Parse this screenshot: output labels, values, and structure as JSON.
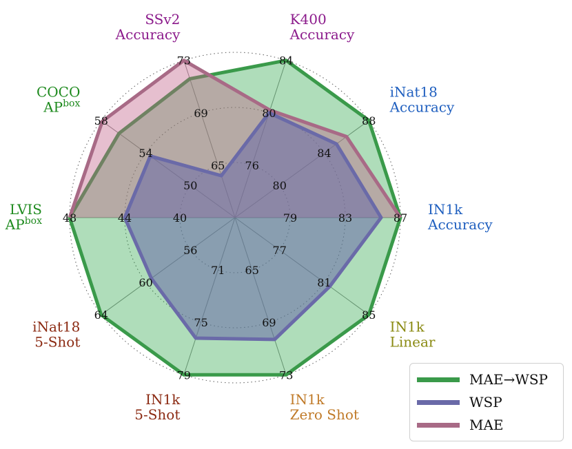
{
  "chart_data": {
    "type": "radar",
    "axes": [
      {
        "id": "in1k-acc",
        "label_lines": [
          "IN1k",
          "Accuracy"
        ],
        "label_color": "#1f5fbf",
        "ticks": [
          79,
          83,
          87
        ],
        "range": [
          75,
          87
        ]
      },
      {
        "id": "inat18-acc",
        "label_lines": [
          "iNat18",
          "Accuracy"
        ],
        "label_color": "#1f5fbf",
        "ticks": [
          80,
          84,
          88
        ],
        "range": [
          76,
          88
        ]
      },
      {
        "id": "k400-acc",
        "label_lines": [
          "K400",
          "Accuracy"
        ],
        "label_color": "#8b1a8b",
        "ticks": [
          76,
          80,
          84
        ],
        "range": [
          72,
          84
        ]
      },
      {
        "id": "ssv2-acc",
        "label_lines": [
          "SSv2",
          "Accuracy"
        ],
        "label_color": "#8b1a8b",
        "ticks": [
          65,
          69,
          73
        ],
        "range": [
          61,
          73
        ]
      },
      {
        "id": "coco-ap",
        "label_lines": [
          "COCO",
          "AP"
        ],
        "label_sup": [
          "",
          "box"
        ],
        "label_color": "#1e8a1e",
        "ticks": [
          50,
          54,
          58
        ],
        "range": [
          46,
          58
        ]
      },
      {
        "id": "lvis-ap",
        "label_lines": [
          "LVIS",
          "AP"
        ],
        "label_sup": [
          "",
          "box"
        ],
        "label_color": "#1e8a1e",
        "ticks": [
          40,
          44,
          48
        ],
        "range": [
          36,
          48
        ]
      },
      {
        "id": "inat18-5shot",
        "label_lines": [
          "iNat18",
          "5-Shot"
        ],
        "label_color": "#8b2a12",
        "ticks": [
          56,
          60,
          64
        ],
        "range": [
          52,
          64
        ]
      },
      {
        "id": "in1k-5shot",
        "label_lines": [
          "IN1k",
          "5-Shot"
        ],
        "label_color": "#8b2a12",
        "ticks": [
          71,
          75,
          79
        ],
        "range": [
          67,
          79
        ]
      },
      {
        "id": "in1k-zeroshot",
        "label_lines": [
          "IN1k",
          "Zero Shot"
        ],
        "label_color": "#c07a28",
        "ticks": [
          65,
          69,
          73
        ],
        "range": [
          61,
          73
        ]
      },
      {
        "id": "in1k-linear",
        "label_lines": [
          "IN1k",
          "Linear"
        ],
        "label_color": "#8a8a12",
        "ticks": [
          77,
          81,
          85
        ],
        "range": [
          73,
          85
        ]
      }
    ],
    "series": [
      {
        "name": "MAE→WSP",
        "color": "#3a9a4a",
        "fill": "#2ea64a",
        "fill_opacity": 0.38,
        "values": [
          87,
          88,
          84,
          71.6,
          56.4,
          48,
          64,
          79,
          73,
          85
        ]
      },
      {
        "name": "WSP",
        "color": "#6a6aa8",
        "fill": "#6a6aa8",
        "fill_opacity": 0.55,
        "values": [
          85.6,
          85.1,
          80,
          64.2,
          53.6,
          44,
          59.5,
          76.2,
          70.3,
          81.5
        ]
      },
      {
        "name": "MAE",
        "color": "#a86a86",
        "fill": "#c06088",
        "fill_opacity": 0.4,
        "values": [
          87,
          86,
          80.2,
          73,
          57.9,
          48,
          null,
          null,
          null,
          null
        ]
      }
    ],
    "legend_position": "bottom-right",
    "grid": true
  }
}
